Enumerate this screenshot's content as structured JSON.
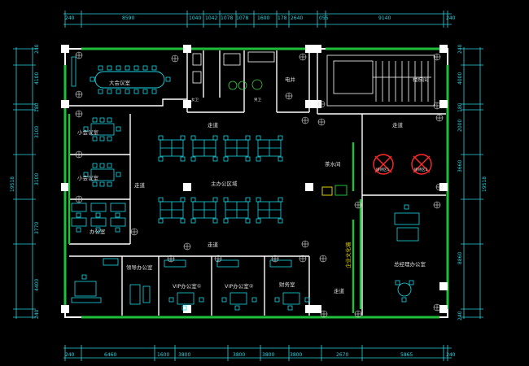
{
  "colors": {
    "background": "#000000",
    "wall": "#ffffff",
    "green_wall": "#1fbf3a",
    "furniture": "#19d8e8",
    "dimension": "#2bd2e0",
    "label": "#dddddd",
    "red_table": "#ff2a2a",
    "plant_green": "#3ad24a",
    "yellow": "#e0d000"
  },
  "dims": {
    "top": [
      "240",
      "8590",
      "1040",
      "1042",
      "1078",
      "1078",
      "1600",
      "178",
      "2640",
      "055",
      "9140",
      "240"
    ],
    "bottom": [
      "240",
      "6460",
      "1600",
      "3800",
      "3800",
      "3800",
      "3800",
      "2670",
      "5865",
      "240"
    ],
    "left": [
      "240",
      "4100",
      "180",
      "3100",
      "3100",
      "3770",
      "4400",
      "240"
    ],
    "left_total": "19518",
    "right": [
      "240",
      "4000",
      "180",
      "2000",
      "3660",
      "8860",
      "240"
    ],
    "right_total": "19518"
  },
  "labels": {
    "big_meeting": "大会议室",
    "small_meeting_1": "小会议室",
    "small_meeting_2": "小会议室",
    "office": "办公室",
    "leader_office": "领导办公室",
    "vip1": "VIP办公室①",
    "vip2": "VIP办公室②",
    "finance": "财务室",
    "open_office": "主办公区域",
    "corridor_1": "走道",
    "corridor_2": "走道",
    "corridor_3": "走道",
    "corridor_4": "走道",
    "corridor_5": "走道",
    "tea_room": "茶水间",
    "stair": "楼梯间",
    "power": "电井",
    "culture_wall": "企业文化墙",
    "manager_office": "总经理办公室",
    "reception_1": "接待区1",
    "reception_2": "接待区2",
    "washroom_1": "女卫",
    "washroom_2": "男卫"
  }
}
